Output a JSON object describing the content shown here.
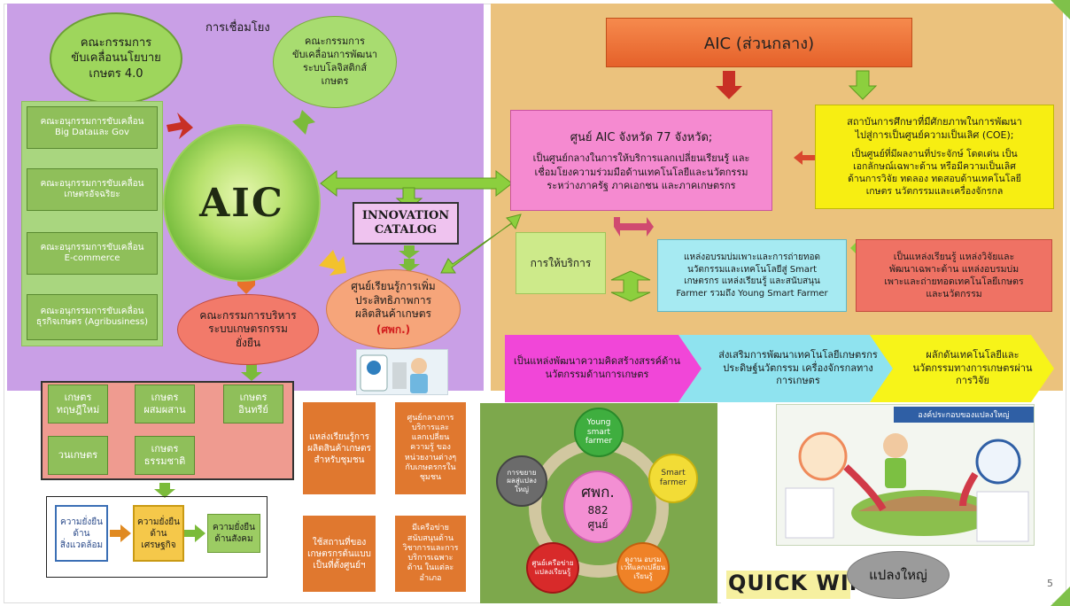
{
  "slide_number": "5",
  "left": {
    "link_label": "การเชื่อมโยง",
    "policy_committee": "คณะกรรมการ\nขับเคลื่อนนโยบาย\nเกษตร 4.0",
    "logistics_committee": "คณะกรรมการ\nขับเคลื่อนการพัฒนา\nระบบโลจิสติกส์\nเกษตร",
    "subcommittees": [
      "คณะอนุกรรมการขับเคลื่อน\nBig Dataและ Gov",
      "คณะอนุกรรมการขับเคลื่อน\nเกษตรอัจฉริยะ",
      "คณะอนุกรรมการขับเคลื่อน\nE-commerce",
      "คณะอนุกรรมการขับเคลื่อน\nธุรกิจเกษตร (Agribusiness)"
    ],
    "aic_logo": "AIC",
    "innovation_catalog": "INNOVATION\nCATALOG",
    "sustainable_committee": "คณะกรรมการบริหาร\nระบบเกษตรกรรม\nยั่งยืน",
    "learning_center": "ศูนย์เรียนรู้การเพิ่ม\nประสิทธิภาพการ\nผลิตสินค้าเกษตร",
    "learning_center_abbr": "(ศพก.)"
  },
  "farming": {
    "types": [
      "เกษตร\nทฤษฎีใหม่",
      "เกษตร\nผสมผสาน",
      "เกษตร\nอินทรีย์",
      "วนเกษตร",
      "เกษตร\nธรรมชาติ"
    ],
    "sustainability": [
      "ความยั่งยืน\nด้าน\nสิ่งแวดล้อม",
      "ความยั่งยืน\nด้าน\nเศรษฐกิจ",
      "ความยั่งยืน\nด้านสังคม"
    ]
  },
  "right": {
    "central_title": "AIC (ส่วนกลาง)",
    "provincial_title": "ศูนย์ AIC จังหวัด 77 จังหวัด;",
    "provincial_desc": "เป็นศูนย์กลางในการให้บริการแลกเปลี่ยนเรียนรู้ และ\nเชื่อมโยงความร่วมมือด้านเทคโนโลยีและนวัตกรรม\nระหว่างภาครัฐ ภาคเอกชน และภาคเกษตรกร",
    "coe_title": "สถาบันการศึกษาที่มีศักยภาพในการพัฒนา\nไปสู่การเป็นศูนย์ความเป็นเลิศ (COE);",
    "coe_desc": "เป็นศูนย์ที่มีผลงานที่ประจักษ์ โดดเด่น เป็น\nเอกลักษณ์เฉพาะด้าน หรือมีความเป็นเลิศ\nด้านการวิจัย ทดลอง ทดสอบด้านเทคโนโลยี\nเกษตร นวัตกรรมและเครื่องจักรกล",
    "service": "การให้บริการ",
    "training": "แหล่งอบรมบ่มเพาะและการถ่ายทอด\nนวัตกรรมและเทคโนโลยีสู่ Smart\nเกษตรกร แหล่งเรียนรู้ และสนับสนุน\nFarmer รวมถึง Young Smart Farmer",
    "research": "เป็นแหล่งเรียนรู้ แหล่งวิจัยและ\nพัฒนาเฉพาะด้าน แหล่งอบรมบ่ม\nเพาะและถ่ายทอดเทคโนโลยีเกษตร\nและนวัตกรรม",
    "chevrons": [
      "เป็นแหล่งพัฒนาความคิดสร้างสรรค์ด้าน\nนวัตกรรมด้านการเกษตร",
      "ส่งเสริมการพัฒนาเทคโนโลยีเกษตรกร\nประดิษฐ์นวัตกรรม เครื่องจักรกลทาง\nการเกษตร",
      "ผลักดันเทคโนโลยีและ\nนวัตกรรมทางการเกษตรผ่าน\nการวิจัย"
    ]
  },
  "center_boxes": {
    "a": "แหล่งเรียนรู้การ\nผลิตสินค้าเกษตร\nสำหรับชุมชน",
    "b": "ศูนย์กลางการ\nบริการและ\nแลกเปลี่ยน\nความรู้ ของ\nหน่วยงานต่างๆ\nกับเกษตรกรใน\nชุมชน",
    "c": "ใช้สถานที่ของ\nเกษตรกรต้นแบบ\nเป็นที่ตั้งศูนย์ฯ",
    "d": "มีเครือข่าย\nสนับสนุนด้าน\nวิชาการและการ\nบริการเฉพาะ\nด้าน ในแต่ละ\nอำเภอ"
  },
  "cycle": {
    "center_title": "ศพก.",
    "center_count": "882",
    "center_unit": "ศูนย์",
    "nodes": [
      "Young\nsmart\nfarmer",
      "Smart\nfarmer",
      "ดูงาน อบรม\nเวทีแลกเปลี่ยน\nเรียนรู้",
      "ศูนย์เครือข่าย\nแปลงเรียนรู้",
      "การขยาย\nผลสู่แปลง\nใหญ่"
    ]
  },
  "quickwin": {
    "label": "QUICK WIN",
    "large_plot": "แปลงใหญ่",
    "banner": "องค์ประกอบของแปลงใหญ่"
  },
  "colors": {
    "purple_panel": "#c99fe6",
    "orange_panel": "#ebc27d",
    "green_box": "#8fbf5a",
    "pink": "#f58ad0",
    "orange_title": "#f07a3a"
  }
}
